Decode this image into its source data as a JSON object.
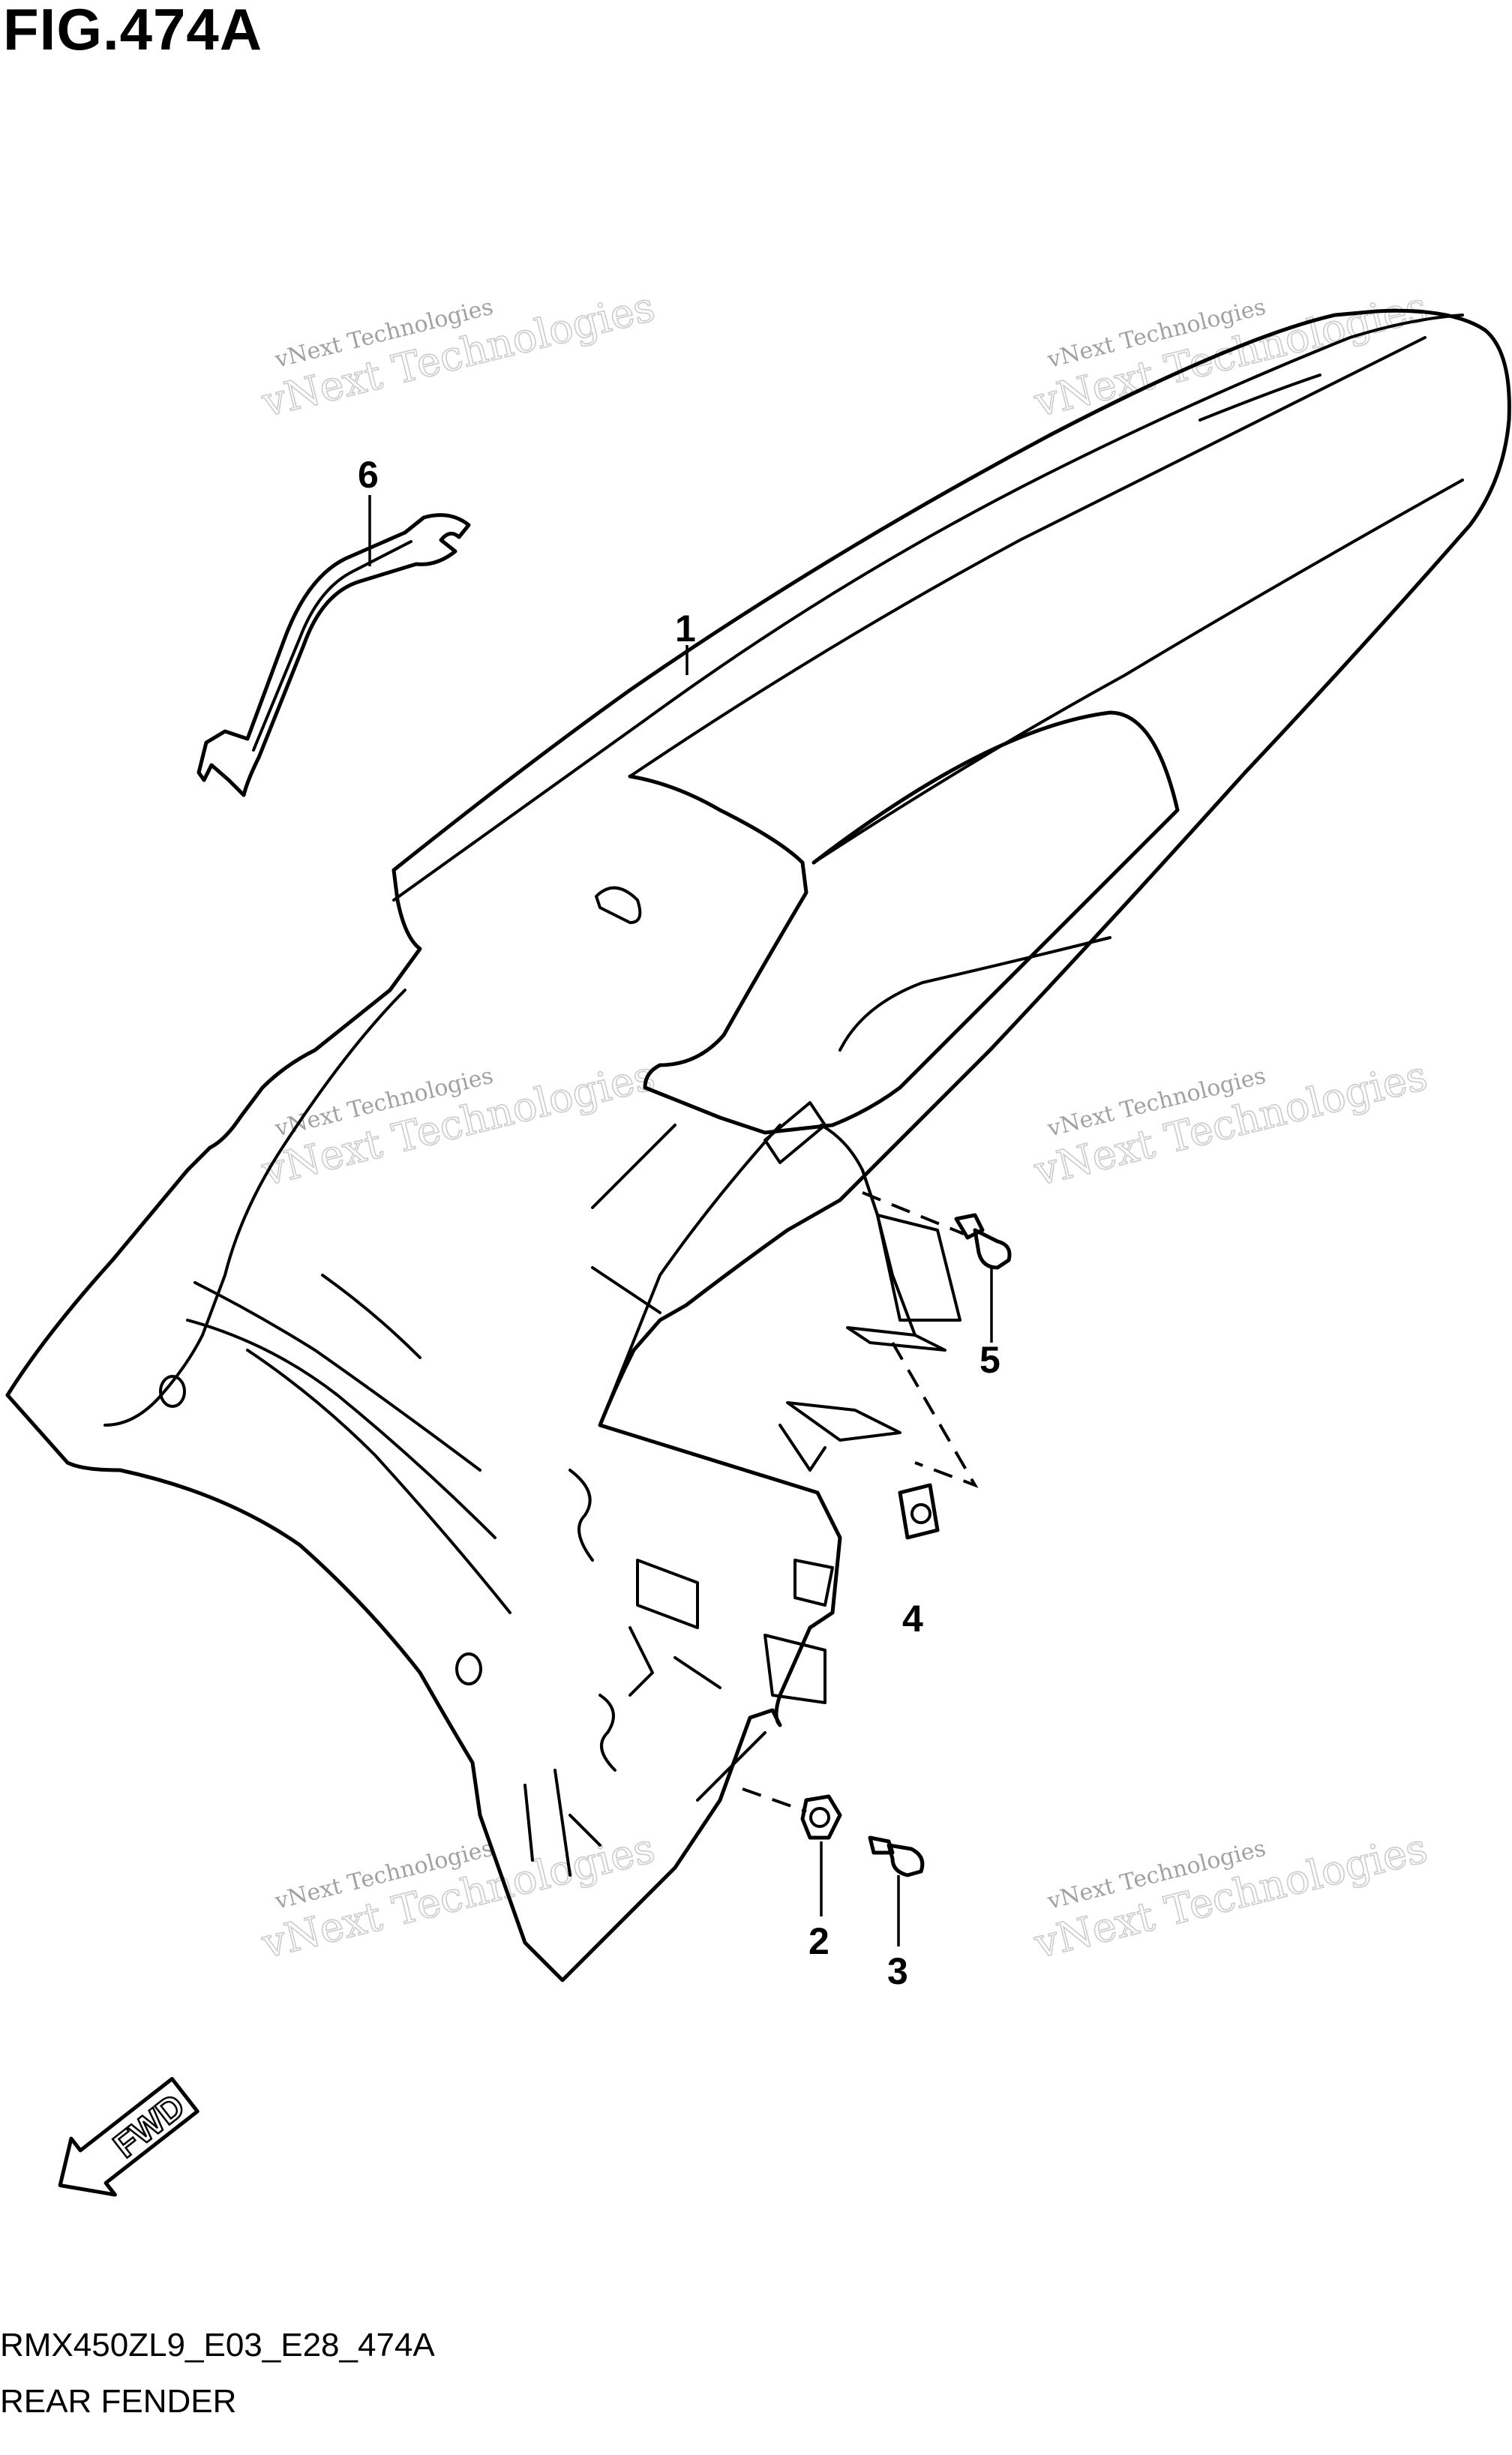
{
  "figure": {
    "title": "FIG.474A",
    "model_code": "RMX450ZL9_E03_E28_474A",
    "section_name": "REAR FENDER"
  },
  "callouts": [
    {
      "id": "1",
      "part": "rear fender"
    },
    {
      "id": "2",
      "part": "nut"
    },
    {
      "id": "3",
      "part": "bolt"
    },
    {
      "id": "4",
      "part": "clip nut"
    },
    {
      "id": "5",
      "part": "bolt"
    },
    {
      "id": "6",
      "part": "clamp"
    }
  ],
  "direction_indicator": {
    "label": "FWD"
  },
  "watermark": {
    "line1": "vNext Technologies",
    "line2": "vNext Technologies"
  }
}
